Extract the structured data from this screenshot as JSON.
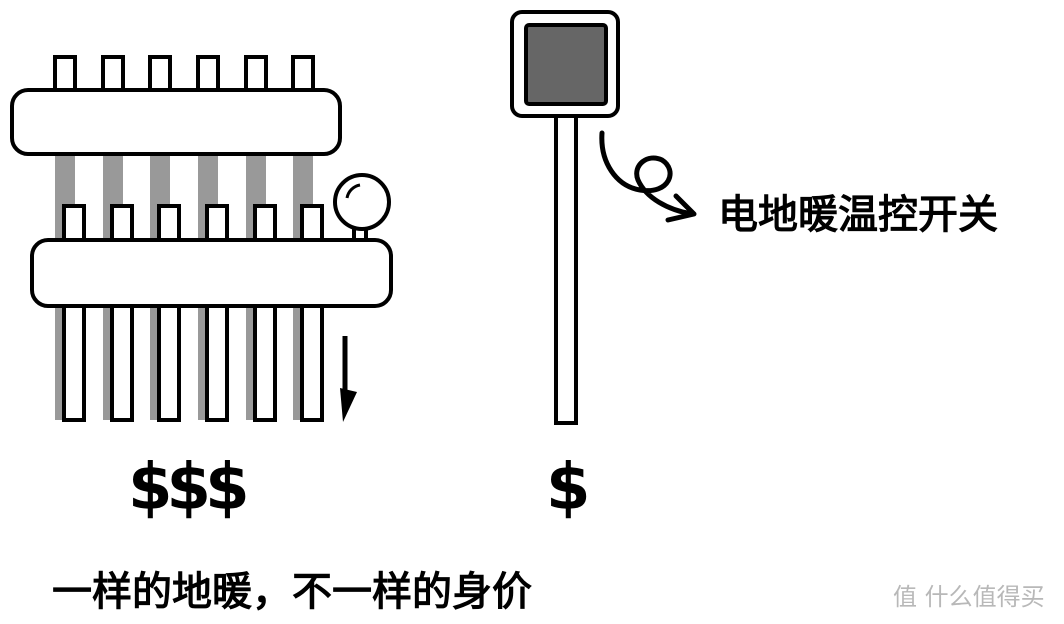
{
  "thermostat_label": "电地暖温控开关",
  "cost_high": "$$$",
  "cost_low": "$",
  "caption": "一样的地暖，不一样的身价",
  "watermark": "值 什么值得买",
  "colors": {
    "stroke": "#000000",
    "fill": "#ffffff",
    "pipe_shadow": "#999999",
    "panel": "#666666",
    "watermark": "#b8b8b8"
  },
  "icons": [
    "gauge-icon",
    "arrow-down-icon",
    "curly-arrow-icon"
  ]
}
